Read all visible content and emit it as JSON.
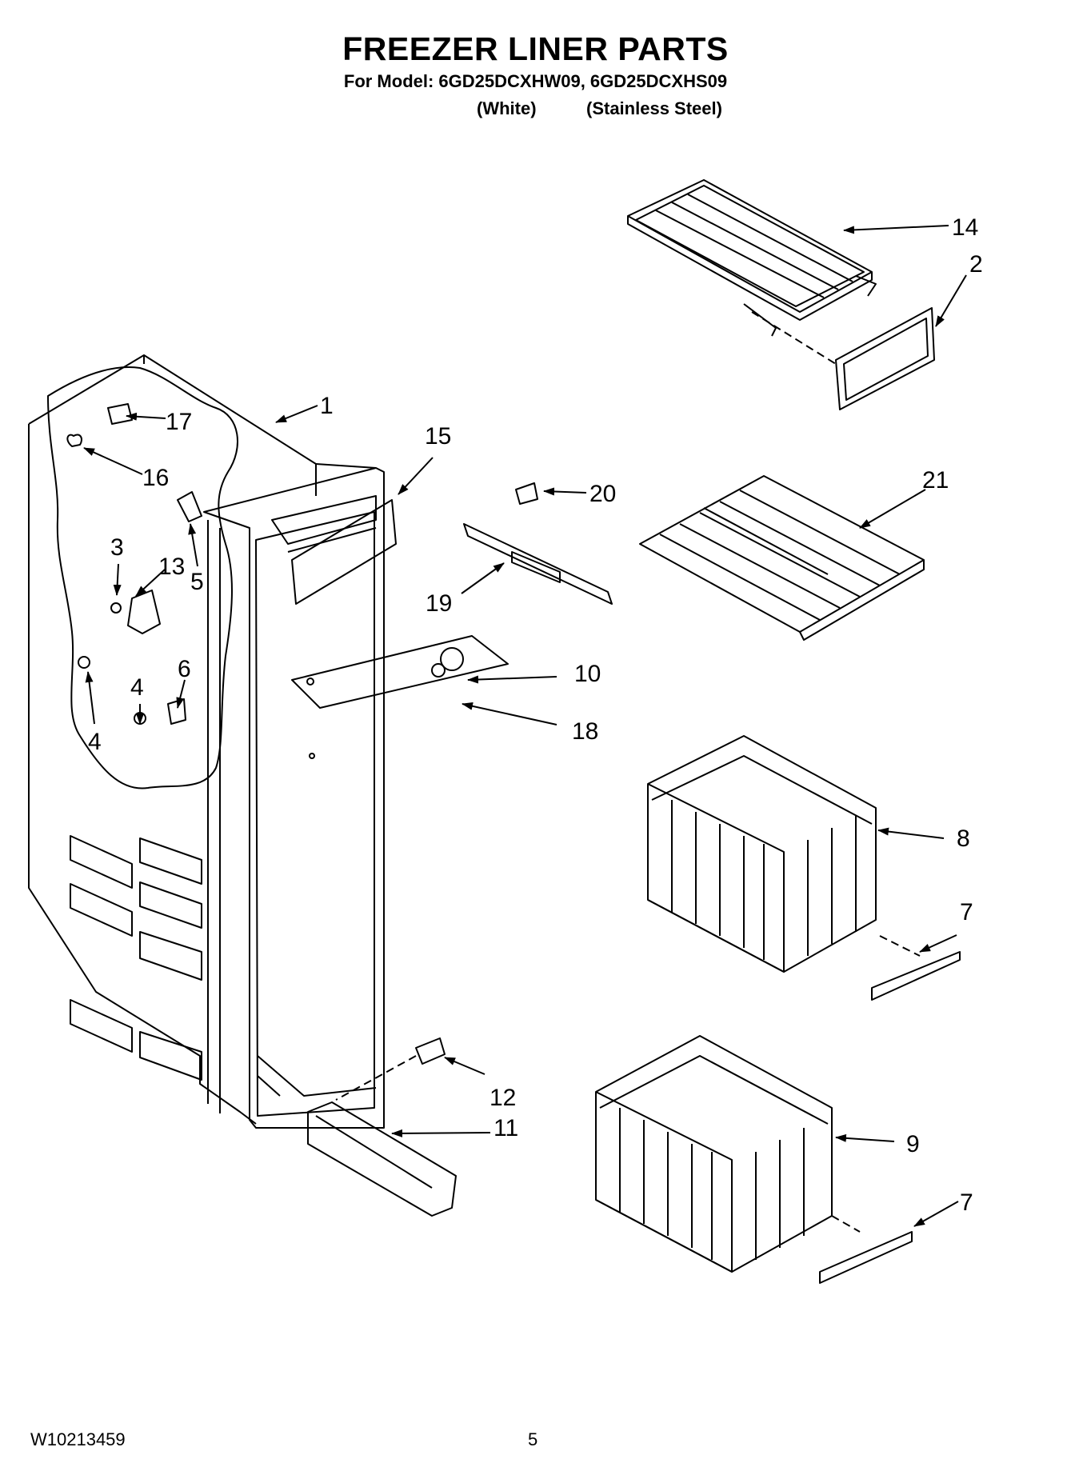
{
  "header": {
    "title": "FREEZER LINER PARTS",
    "subtitle": "For Model: 6GD25DCXHW09, 6GD25DCXHS09",
    "variant_white": "(White)",
    "variant_steel": "(Stainless Steel)"
  },
  "callouts": {
    "c1": "1",
    "c2": "2",
    "c3": "3",
    "c4a": "4",
    "c4b": "4",
    "c5": "5",
    "c6": "6",
    "c7a": "7",
    "c7b": "7",
    "c8": "8",
    "c9": "9",
    "c10": "10",
    "c11": "11",
    "c12": "12",
    "c13": "13",
    "c14": "14",
    "c15": "15",
    "c16": "16",
    "c17": "17",
    "c18": "18",
    "c19": "19",
    "c20": "20",
    "c21": "21"
  },
  "footer": {
    "doc_number": "W10213459",
    "page_number": "5"
  }
}
